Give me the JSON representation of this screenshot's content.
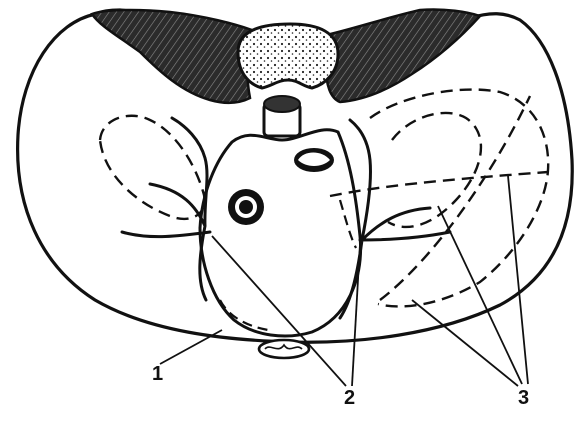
{
  "labels": {
    "one": "1",
    "two": "2",
    "three": "3"
  },
  "colors": {
    "ink": "#111111",
    "muscle": "#3a3a3a",
    "background": "#ffffff"
  }
}
